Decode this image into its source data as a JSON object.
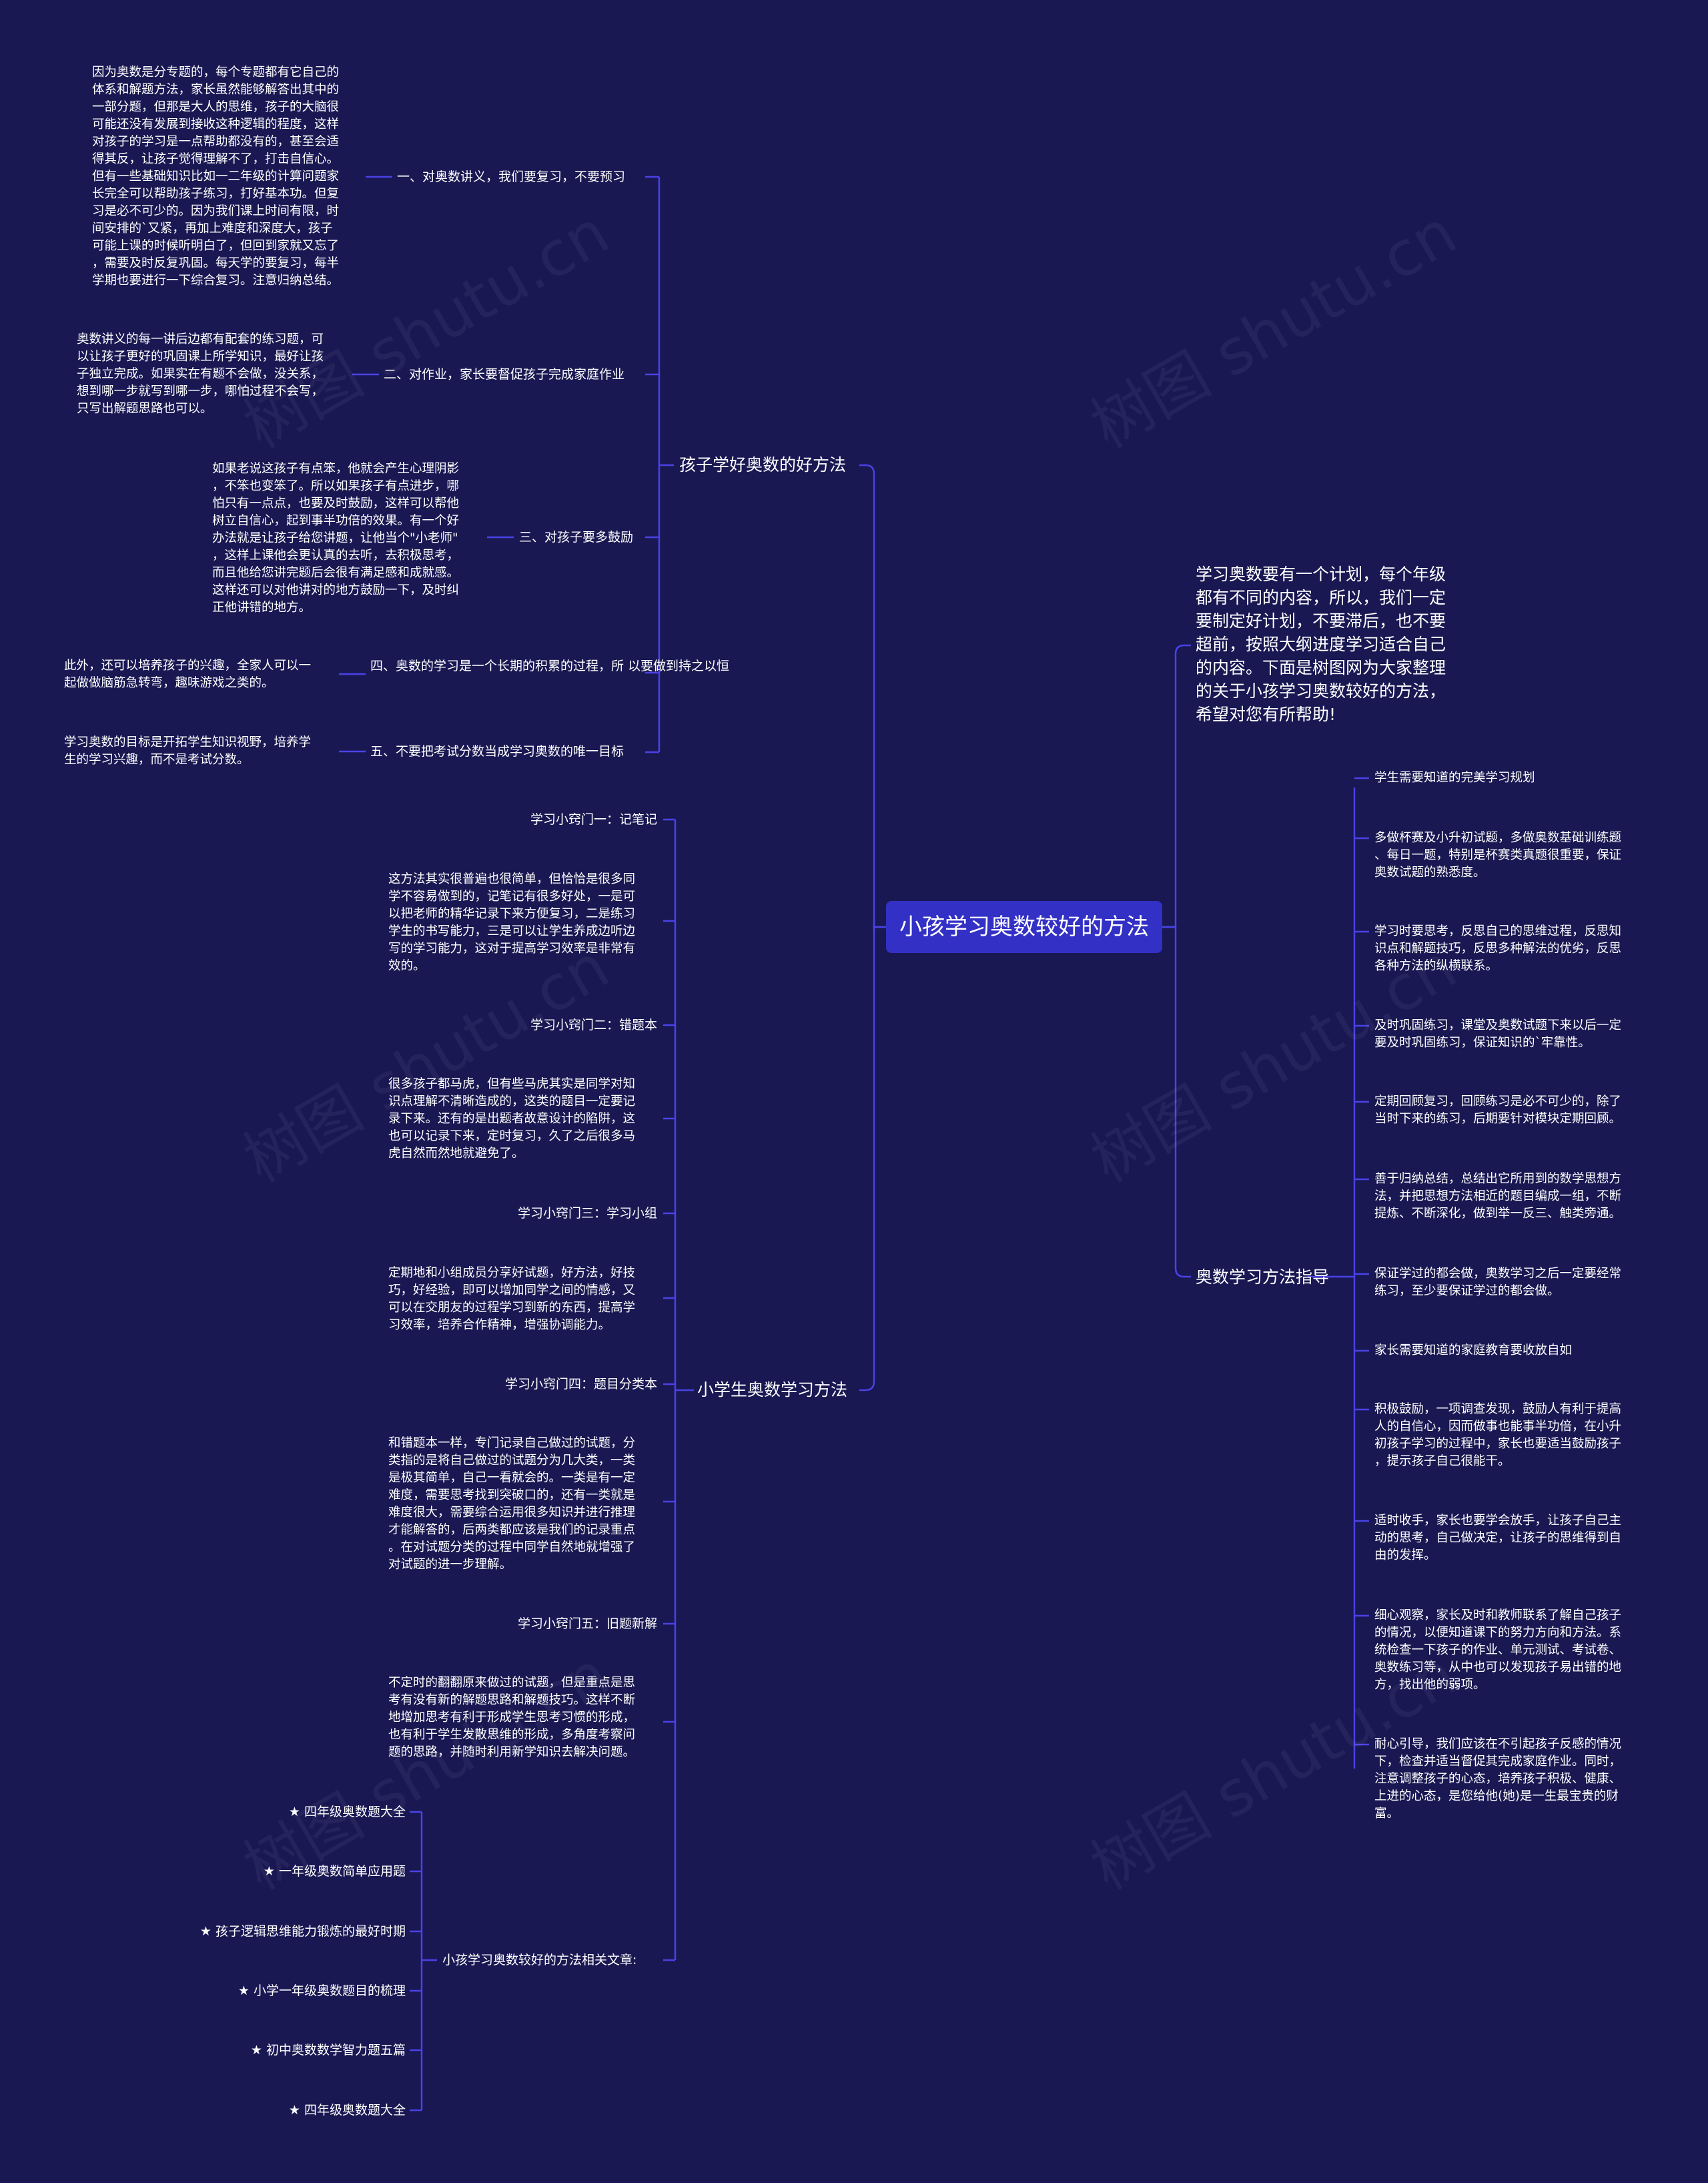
{
  "watermark": "树图 shutu.cn",
  "colors": {
    "background": "#191853",
    "root_fill": "#3330c6",
    "connector": "#4a42e6",
    "text": "#ffffff"
  },
  "root": {
    "title": "小孩学习奥数较好的方法"
  },
  "intro": "学习奥数要有一个计划，每个年级\n都有不同的内容，所以，我们一定\n要制定好计划，不要滞后，也不要\n超前，按照大纲进度学习适合自己\n的内容。下面是树图网为大家整理\n的关于小孩学习奥数较好的方法，\n希望对您有所帮助!",
  "good_methods": {
    "title": "孩子学好奥数的好方法",
    "items": [
      {
        "label": "一、对奥数讲义，我们要复习，不要预习",
        "detail": "因为奥数是分专题的，每个专题都有它自己的\n体系和解题方法，家长虽然能够解答出其中的\n一部分题，但那是大人的思维，孩子的大脑很\n可能还没有发展到接收这种逻辑的程度，这样\n对孩子的学习是一点帮助都没有的，甚至会适\n得其反，让孩子觉得理解不了，打击自信心。\n但有一些基础知识比如一二年级的计算问题家\n长完全可以帮助孩子练习，打好基本功。但复\n习是必不可少的。因为我们课上时间有限，时\n间安排的`又紧，再加上难度和深度大，孩子\n可能上课的时候听明白了，但回到家就又忘了\n，需要及时反复巩固。每天学的要复习，每半\n学期也要进行一下综合复习。注意归纳总结。"
      },
      {
        "label": "二、对作业，家长要督促孩子完成家庭作业",
        "detail": "奥数讲义的每一讲后边都有配套的练习题，可\n以让孩子更好的巩固课上所学知识，最好让孩\n子独立完成。如果实在有题不会做，没关系，\n想到哪一步就写到哪一步，哪怕过程不会写，\n只写出解题思路也可以。"
      },
      {
        "label": "三、对孩子要多鼓励",
        "detail": "如果老说这孩子有点笨，他就会产生心理阴影\n，不笨也变笨了。所以如果孩子有点进步，哪\n怕只有一点点，也要及时鼓励，这样可以帮他\n树立自信心，起到事半功倍的效果。有一个好\n办法就是让孩子给您讲题，让他当个\"小老师\"\n，这样上课他会更认真的去听，去积极思考，\n而且他给您讲完题后会很有满足感和成就感。\n这样还可以对他讲对的地方鼓励一下，及时纠\n正他讲错的地方。"
      },
      {
        "label": "四、奥数的学习是一个长期的积累的过程，所\n以要做到持之以恒",
        "detail": "此外，还可以培养孩子的兴趣，全家人可以一\n起做做脑筋急转弯，趣味游戏之类的。"
      },
      {
        "label": "五、不要把考试分数当成学习奥数的唯一目标",
        "detail": "学习奥数的目标是开拓学生知识视野，培养学\n生的学习兴趣，而不是考试分数。"
      }
    ]
  },
  "study_tips": {
    "title": "小学生奥数学习方法",
    "items": [
      {
        "label": "学习小窍门一：记笔记",
        "detail": "这方法其实很普遍也很简单，但恰恰是很多同\n学不容易做到的，记笔记有很多好处，一是可\n以把老师的精华记录下来方便复习，二是练习\n学生的书写能力，三是可以让学生养成边听边\n写的学习能力，这对于提高学习效率是非常有\n效的。"
      },
      {
        "label": "学习小窍门二：错题本",
        "detail": "很多孩子都马虎，但有些马虎其实是同学对知\n识点理解不清晰造成的，这类的题目一定要记\n录下来。还有的是出题者故意设计的陷阱，这\n也可以记录下来，定时复习，久了之后很多马\n虎自然而然地就避免了。"
      },
      {
        "label": "学习小窍门三：学习小组",
        "detail": "定期地和小组成员分享好试题，好方法，好技\n巧，好经验，即可以增加同学之间的情感，又\n可以在交朋友的过程学习到新的东西，提高学\n习效率，培养合作精神，增强协调能力。"
      },
      {
        "label": "学习小窍门四：题目分类本",
        "detail": "和错题本一样，专门记录自己做过的试题，分\n类指的是将自己做过的试题分为几大类，一类\n是极其简单，自己一看就会的。一类是有一定\n难度，需要思考找到突破口的，还有一类就是\n难度很大，需要综合运用很多知识并进行推理\n才能解答的，后两类都应该是我们的记录重点\n。在对试题分类的过程中同学自然地就增强了\n对试题的进一步理解。"
      },
      {
        "label": "学习小窍门五：旧题新解",
        "detail": "不定时的翻翻原来做过的试题，但是重点是思\n考有没有新的解题思路和解题技巧。这样不断\n地增加思考有利于形成学生思考习惯的形成，\n也有利于学生发散思维的形成，多角度考察问\n题的思路，并随时利用新学知识去解决问题。"
      }
    ]
  },
  "related": {
    "title": "小孩学习奥数较好的方法相关文章:",
    "items": [
      "★ 四年级奥数题大全",
      "★ 一年级奥数简单应用题",
      "★ 孩子逻辑思维能力锻炼的最好时期",
      "★ 小学一年级奥数题目的梳理",
      "★ 初中奥数数学智力题五篇",
      "★ 四年级奥数题大全"
    ]
  },
  "guidance": {
    "title": "奥数学习方法指导",
    "items": [
      "学生需要知道的完美学习规划",
      "多做杯赛及小升初试题，多做奥数基础训练题\n、每日一题，特别是杯赛类真题很重要，保证\n奥数试题的熟悉度。",
      "学习时要思考，反思自己的思维过程，反思知\n识点和解题技巧，反思多种解法的优劣，反思\n各种方法的纵横联系。",
      "及时巩固练习，课堂及奥数试题下来以后一定\n要及时巩固练习，保证知识的`牢靠性。",
      "定期回顾复习，回顾练习是必不可少的，除了\n当时下来的练习，后期要针对模块定期回顾。",
      "善于归纳总结，总结出它所用到的数学思想方\n法，并把思想方法相近的题目编成一组，不断\n提炼、不断深化，做到举一反三、触类旁通。",
      "保证学过的都会做，奥数学习之后一定要经常\n练习，至少要保证学过的都会做。",
      "家长需要知道的家庭教育要收放自如",
      "积极鼓励，一项调查发现，鼓励人有利于提高\n人的自信心，因而做事也能事半功倍，在小升\n初孩子学习的过程中，家长也要适当鼓励孩子\n，提示孩子自己很能干。",
      "适时收手，家长也要学会放手，让孩子自己主\n动的思考，自己做决定，让孩子的思维得到自\n由的发挥。",
      "细心观察，家长及时和教师联系了解自己孩子\n的情况，以便知道课下的努力方向和方法。系\n统检查一下孩子的作业、单元测试、考试卷、\n奥数练习等，从中也可以发现孩子易出错的地\n方，找出他的弱项。",
      "耐心引导，我们应该在不引起孩子反感的情况\n下，检查并适当督促其完成家庭作业。同时，\n注意调整孩子的心态，培养孩子积极、健康、\n上进的心态，是您给他(她)是一生最宝贵的财\n富。"
    ]
  }
}
